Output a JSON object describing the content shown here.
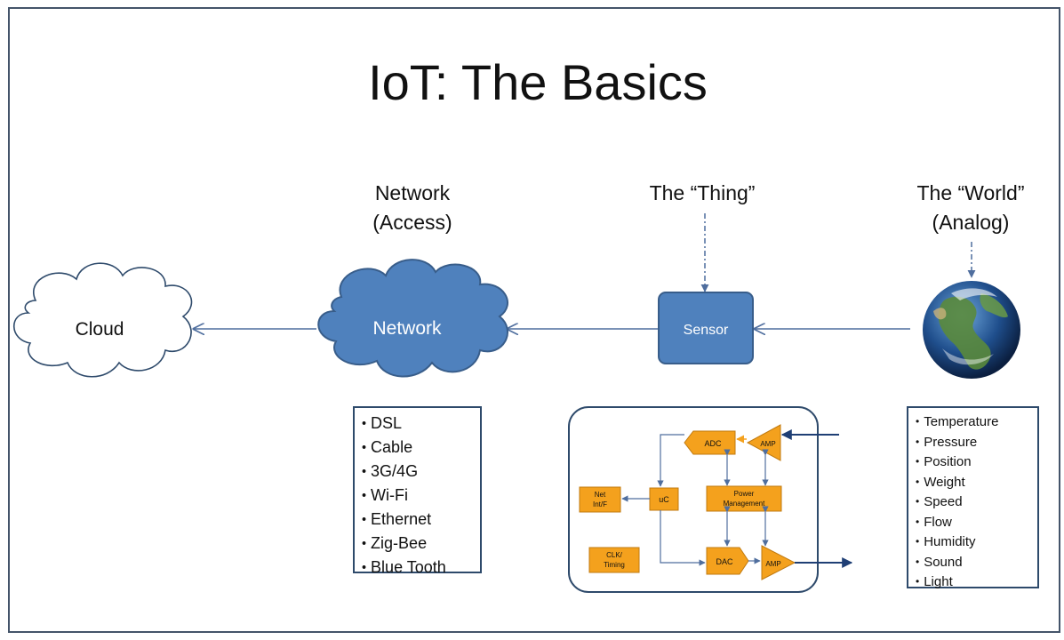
{
  "title": "IoT: The Basics",
  "headings": {
    "network": [
      "Network",
      "(Access)"
    ],
    "thing": "The “Thing”",
    "world": [
      "The “World”",
      "(Analog)"
    ]
  },
  "nodes": {
    "cloud": "Cloud",
    "network": "Network",
    "sensor": "Sensor"
  },
  "network_access": [
    "DSL",
    "Cable",
    "3G/4G",
    "Wi-Fi",
    "Ethernet",
    "Zig-Bee",
    "Blue Tooth"
  ],
  "world_inputs": [
    "Temperature",
    "Pressure",
    "Position",
    "Weight",
    "Speed",
    "Flow",
    "Humidity",
    "Sound",
    "Light"
  ],
  "sensor_blocks": {
    "adc": "ADC",
    "amp_in": "AMP",
    "amp_out": "AMP",
    "net_intf": [
      "Net",
      "Int/F"
    ],
    "uc": "uC",
    "power": [
      "Power",
      "Management"
    ],
    "clk": [
      "CLK/",
      "Timing"
    ],
    "dac": "DAC"
  },
  "colors": {
    "node_blue": "#4f81bd",
    "node_blue_dark": "#385d8a",
    "block_orange": "#f4a11d",
    "connector": "#4f6e9e",
    "frame": "#44546a"
  }
}
